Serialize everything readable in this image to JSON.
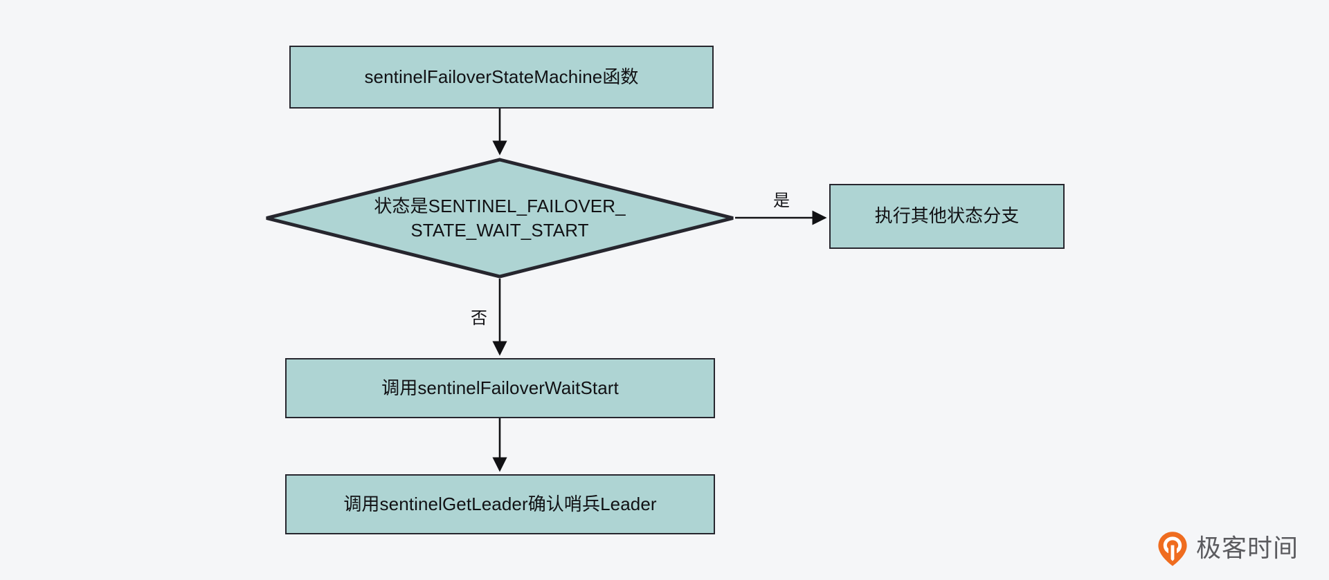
{
  "diagram": {
    "type": "flowchart",
    "background_color": "#f5f6f8",
    "node_fill_color": "#aed4d3",
    "node_border_color": "#26262e",
    "nodes": [
      {
        "id": "start",
        "shape": "rectangle",
        "label": "sentinelFailoverStateMachine函数"
      },
      {
        "id": "decision",
        "shape": "diamond",
        "label": "状态是SENTINEL_FAILOVER_\nSTATE_WAIT_START"
      },
      {
        "id": "other_state",
        "shape": "rectangle",
        "label": "执行其他状态分支"
      },
      {
        "id": "wait_start",
        "shape": "rectangle",
        "label": "调用sentinelFailoverWaitStart"
      },
      {
        "id": "get_leader",
        "shape": "rectangle",
        "label": "调用sentinelGetLeader确认哨兵Leader"
      }
    ],
    "edges": [
      {
        "from": "start",
        "to": "decision",
        "label": ""
      },
      {
        "from": "decision",
        "to": "other_state",
        "label": "是"
      },
      {
        "from": "decision",
        "to": "wait_start",
        "label": "否"
      },
      {
        "from": "wait_start",
        "to": "get_leader",
        "label": ""
      }
    ]
  },
  "watermark": {
    "brand": "极客时间",
    "logo_icon": "geektime-drop-logo-icon",
    "logo_color": "#ef6c1f",
    "text_color": "#5b5b5f"
  }
}
